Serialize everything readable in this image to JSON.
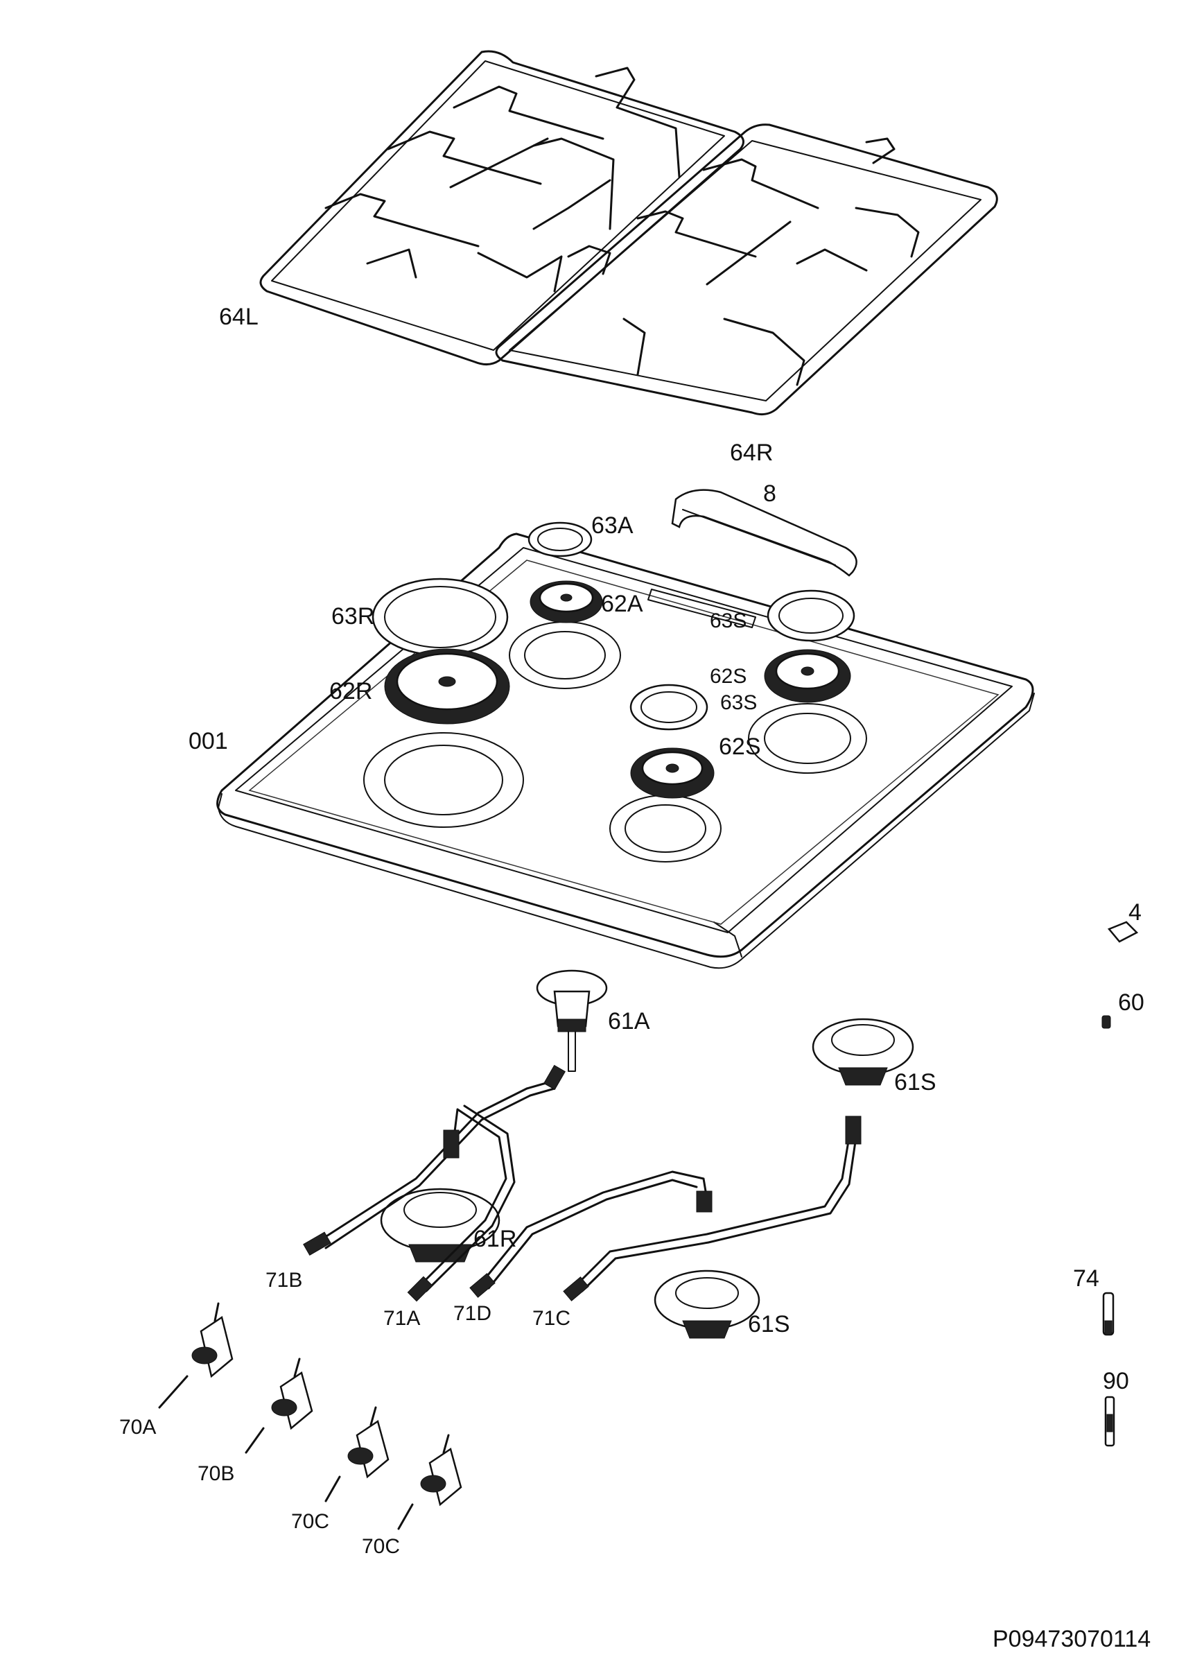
{
  "labels": {
    "grate_left": "64L",
    "grate_right": "64R",
    "bar": "8",
    "ring_63a": "63A",
    "ring_63r": "63R",
    "cap_62a": "62A",
    "ring_63s_top": "63S",
    "cap_62s_top": "62S",
    "ring_63s_mid": "63S",
    "cap_62r": "62R",
    "cap_62s_mid": "62S",
    "hob": "001",
    "part_4": "4",
    "part_60": "60",
    "burner_61a": "61A",
    "burner_61s_top": "61S",
    "burner_61r": "61R",
    "burner_61s_bottom": "61S",
    "pipe_71b": "71B",
    "pipe_71a": "71A",
    "pipe_71d": "71D",
    "pipe_71c": "71C",
    "part_74": "74",
    "part_90": "90",
    "valve_70a": "70A",
    "valve_70b": "70B",
    "valve_70c_1": "70C",
    "valve_70c_2": "70C"
  },
  "drawing_code": "P09473070114"
}
